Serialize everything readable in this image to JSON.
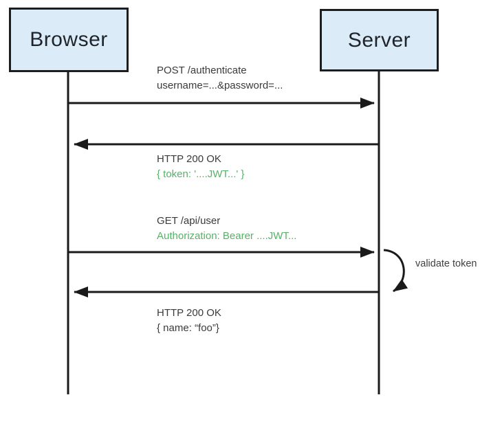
{
  "diagram_type": "sequence",
  "actors": [
    {
      "name": "Browser"
    },
    {
      "name": "Server"
    }
  ],
  "messages": [
    {
      "from": "Browser",
      "to": "Server",
      "direction": "right",
      "line1": "POST /authenticate",
      "line2": "username=...&password=...",
      "line2_color": "#3a3a3a"
    },
    {
      "from": "Server",
      "to": "Browser",
      "direction": "left",
      "line1": "HTTP 200 OK",
      "line2": "{ token: '....JWT...' }",
      "line2_color": "#55b266"
    },
    {
      "from": "Browser",
      "to": "Server",
      "direction": "right",
      "line1": "GET /api/user",
      "line2": "Authorization: Bearer ....JWT...",
      "line2_color": "#55b266"
    },
    {
      "from": "Server",
      "to": "Browser",
      "direction": "left",
      "line1": "HTTP 200 OK",
      "line2": "{ name: “foo”}",
      "line2_color": "#3a3a3a"
    }
  ],
  "self_loop": {
    "actor": "Server",
    "label": "validate token"
  },
  "colors": {
    "box_fill": "#dbecf8",
    "box_border": "#1d1d1d",
    "line": "#1a1a1a",
    "green_text": "#55b266",
    "text": "#3a3a3a"
  }
}
